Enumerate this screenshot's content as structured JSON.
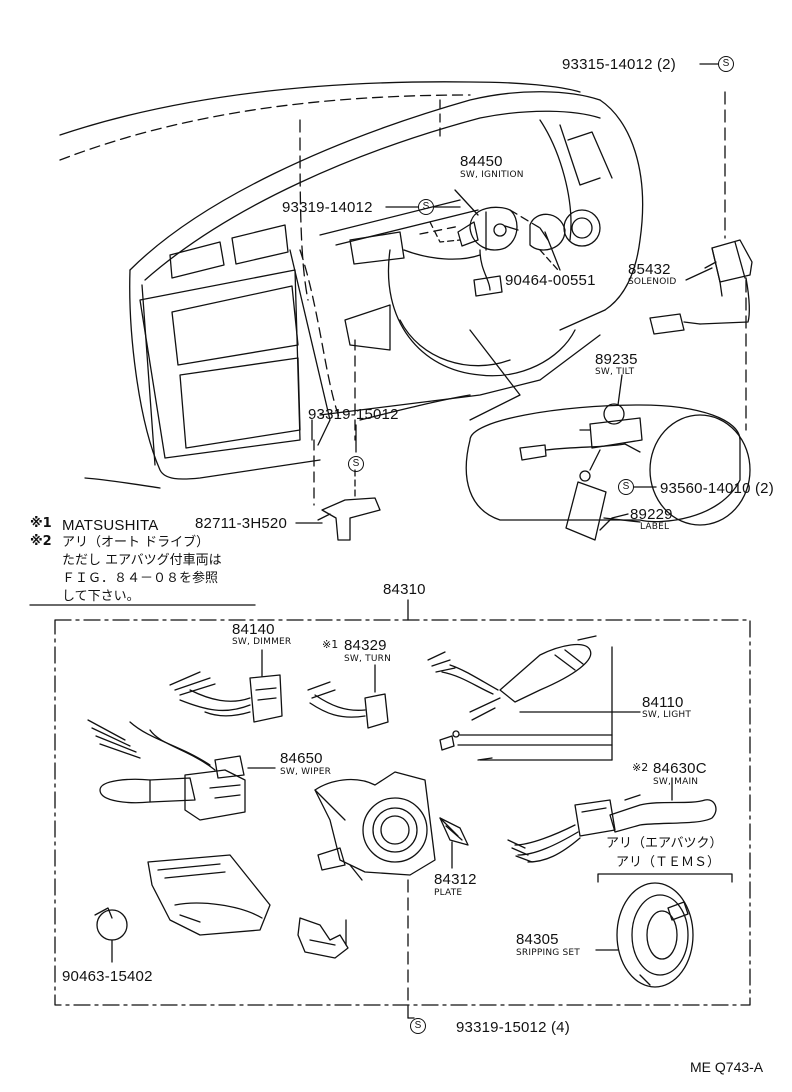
{
  "parts": {
    "p93315": "93315-14012 (2)",
    "p84450": "84450",
    "p84450_desc": "SW, IGNITION",
    "p93319a": "93319-14012",
    "p85432": "85432",
    "p85432_desc": "SOLENOID",
    "p90464": "90464-00551",
    "p89235": "89235",
    "p89235_desc": "SW, TILT",
    "p93319b": "93319-15012",
    "p93560": "93560-14010 (2)",
    "p89229": "89229",
    "p89229_desc": "LABEL",
    "p82711": "82711-3H520",
    "p84310": "84310",
    "p84140": "84140",
    "p84140_desc": "SW, DIMMER",
    "p84329_mark": "※1",
    "p84329": "84329",
    "p84329_desc": "SW, TURN",
    "p84110": "84110",
    "p84110_desc": "SW, LIGHT",
    "p84650": "84650",
    "p84650_desc": "SW, WIPER",
    "p84630_mark": "※2",
    "p84630": "84630C",
    "p84630_desc": "SW, MAIN",
    "p84630_note1": "アリ（エアバツク）",
    "p84630_note2": "アリ（ＴＥＭＳ）",
    "p84312": "84312",
    "p84312_desc": "PLATE",
    "p84305": "84305",
    "p84305_desc": "SRIPPING SET",
    "p90463": "90463-15402",
    "p93319c": "93319-15012 (4)",
    "s_symbol": "S"
  },
  "notes": {
    "n1_mark": "※1",
    "n1_text": "MATSUSHITA",
    "n2_mark": "※2",
    "n2_line1": "アリ（オート ドライブ）",
    "n2_line2": "ただし エアバツグ付車両は",
    "n2_line3": "ＦＩＧ．８４－０８を参照",
    "n2_line4": "して下さい。"
  },
  "footer": {
    "code": "ME Q743-A"
  }
}
